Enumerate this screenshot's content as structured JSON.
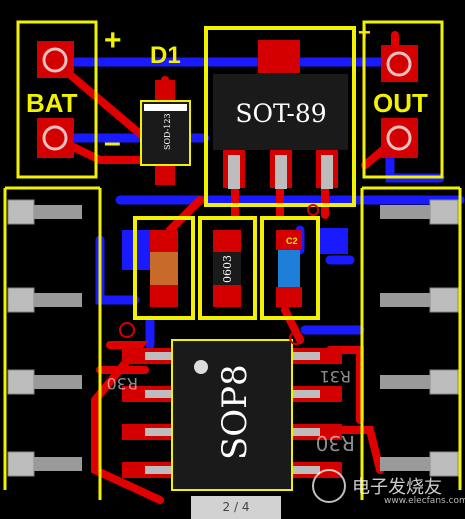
{
  "board": {
    "labels": {
      "bat": "BAT",
      "out": "OUT",
      "diode": "D1",
      "plus_left": "+",
      "minus_left": "–",
      "plus_right": "+",
      "sot89": "SOT-89",
      "sop8": "SOP8",
      "cap_0603": "0603",
      "diode_pkg": "SOD-123",
      "small_cap": "C2",
      "ref_left": "R30",
      "ref_right": "R31",
      "ref_bottom": "R30"
    },
    "colors": {
      "background": "#000000",
      "silkscreen": "#f2f200",
      "copper_top": "#e10000",
      "copper_bottom": "#1a1aff",
      "pad": "#d40000",
      "component_body": "#1a1a1a",
      "header_metal": "#bdbdbd"
    }
  },
  "viewer": {
    "page_indicator": "2 / 4"
  },
  "watermark": {
    "text": "电子发烧友",
    "sub": "www.elecfans.com"
  }
}
